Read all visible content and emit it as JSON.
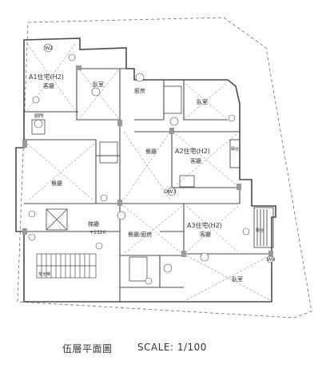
{
  "drawing": {
    "title": "伍層平面圖",
    "scale": "SCALE: 1/100",
    "level": "+1320"
  },
  "units": {
    "a1_name": "A1住宅(H2)",
    "a2_name": "A2住宅(H2)",
    "a3_name": "A3住宅(H2)"
  },
  "rooms": {
    "a1_living": "客廳",
    "a1_bedroom": "臥室",
    "a1_dining": "餐廳",
    "a1_bath": "廁所",
    "a2_kitchen": "廚房",
    "a2_bedroom": "臥室",
    "a2_dining": "餐廳",
    "a2_living": "客廳",
    "a2_balcony": "陽台",
    "a3_living": "客廳",
    "a3_dining_kitchen": "餐廳/廚房",
    "a3_bedroom": "臥室",
    "a3_balcony": "陽台",
    "lobby": "梯廳",
    "stair": "安全梯",
    "window_w2": "W2",
    "window_w4": "W4",
    "door_dw3": "DW3"
  },
  "colors": {
    "line": "#4a4a4a",
    "fill_wall": "#9a9a9a",
    "dashed": "#6b6b6b"
  }
}
